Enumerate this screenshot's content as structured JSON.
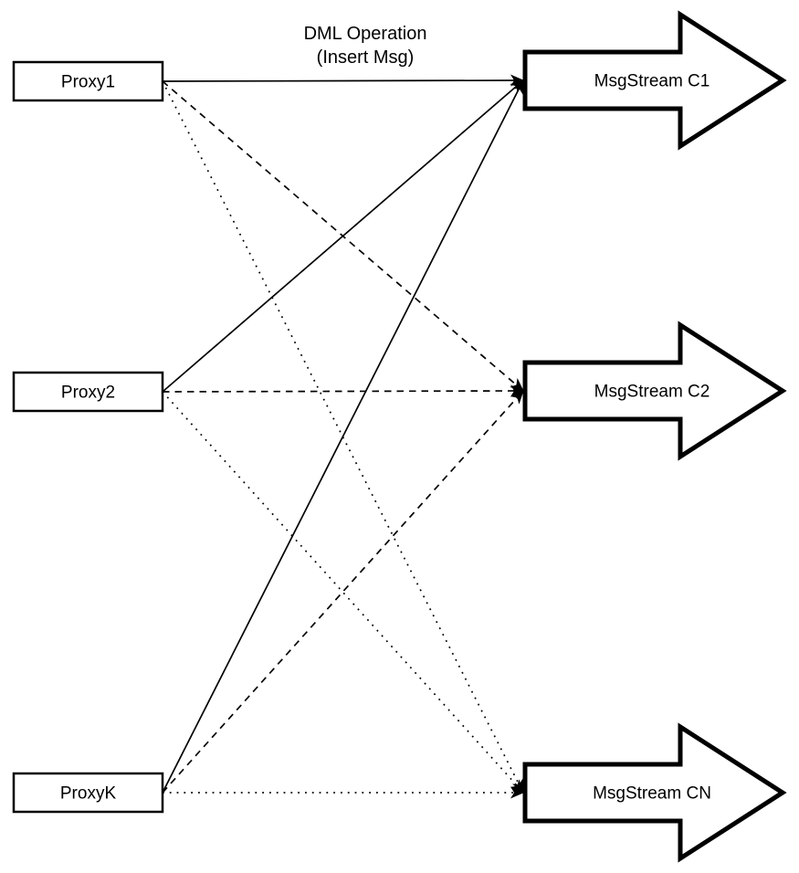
{
  "diagram": {
    "label": {
      "line1": "DML Operation",
      "line2": "(Insert Msg)"
    },
    "proxies": [
      {
        "id": "proxy1",
        "label": "Proxy1"
      },
      {
        "id": "proxy2",
        "label": "Proxy2"
      },
      {
        "id": "proxyk",
        "label": "ProxyK"
      }
    ],
    "streams": [
      {
        "id": "c1",
        "label": "MsgStream C1"
      },
      {
        "id": "c2",
        "label": "MsgStream C2"
      },
      {
        "id": "cn",
        "label": "MsgStream CN"
      }
    ],
    "connections": [
      {
        "from": "proxy1",
        "to": "c1",
        "style": "solid"
      },
      {
        "from": "proxy2",
        "to": "c1",
        "style": "solid"
      },
      {
        "from": "proxyk",
        "to": "c1",
        "style": "solid"
      },
      {
        "from": "proxy1",
        "to": "c2",
        "style": "dashed"
      },
      {
        "from": "proxy2",
        "to": "c2",
        "style": "dashed"
      },
      {
        "from": "proxyk",
        "to": "c2",
        "style": "dashed"
      },
      {
        "from": "proxy1",
        "to": "cn",
        "style": "dotted"
      },
      {
        "from": "proxy2",
        "to": "cn",
        "style": "dotted"
      },
      {
        "from": "proxyk",
        "to": "cn",
        "style": "dotted"
      }
    ],
    "colors": {
      "stroke": "#000000",
      "fill": "#ffffff"
    }
  }
}
